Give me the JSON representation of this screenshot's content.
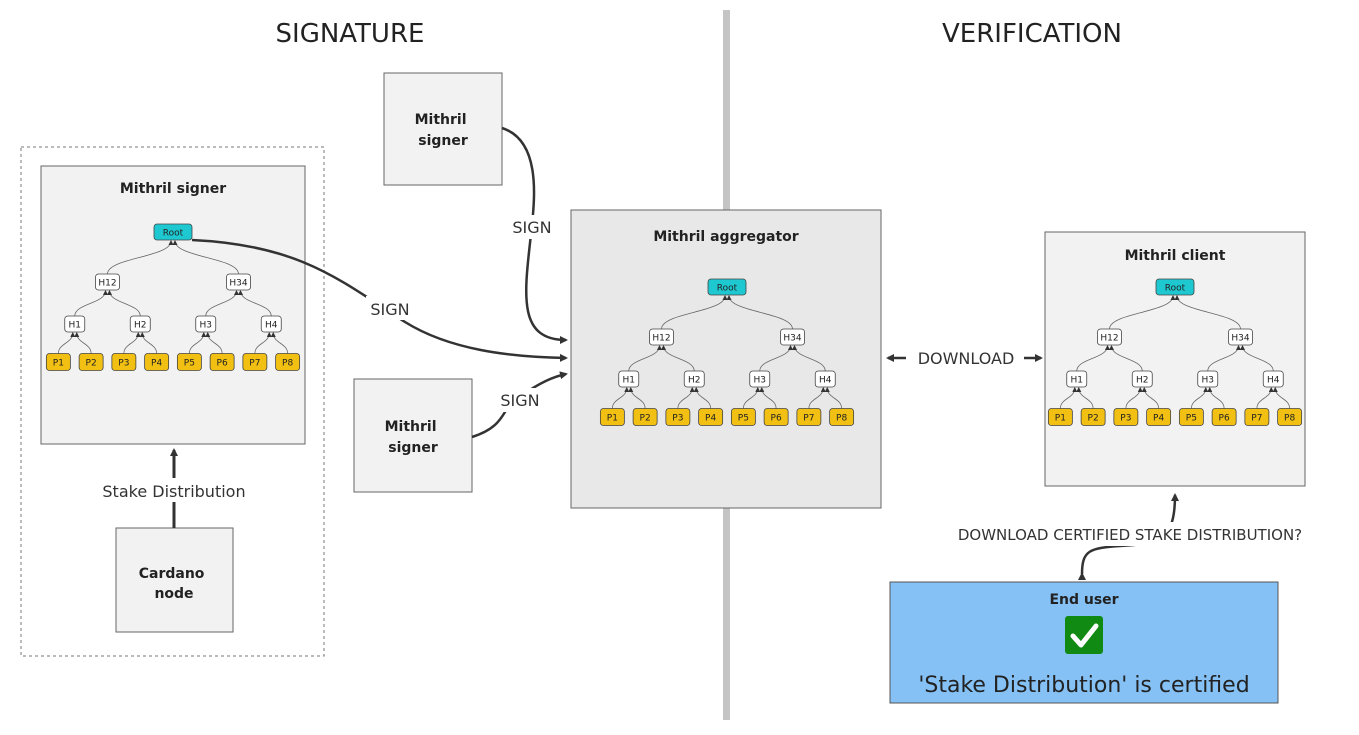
{
  "sections": {
    "signature": "SIGNATURE",
    "verification": "VERIFICATION"
  },
  "boxes": {
    "signer_main": "Mithril signer",
    "signer_top": [
      "Mithril",
      "signer"
    ],
    "signer_bottom": [
      "Mithril",
      "signer"
    ],
    "aggregator": "Mithril aggregator",
    "client": "Mithril client",
    "cardano_node": [
      "Cardano",
      "node"
    ],
    "end_user": "End user"
  },
  "arrows": {
    "sign": "SIGN",
    "stake_distribution": "Stake Distribution",
    "download": "DOWNLOAD",
    "download_certified": "DOWNLOAD CERTIFIED STAKE DISTRIBUTION?"
  },
  "tree": {
    "root": "Root",
    "level1": [
      "H12",
      "H34"
    ],
    "level2": [
      "H1",
      "H2",
      "H3",
      "H4"
    ],
    "leaves": [
      "P1",
      "P2",
      "P3",
      "P4",
      "P5",
      "P6",
      "P7",
      "P8"
    ]
  },
  "end_user_status": "'Stake Distribution' is certified",
  "colors": {
    "root_fill": "#1ec8d0",
    "leaf_fill": "#f2c012",
    "box_fill": "#f2f2f2",
    "aggregator_fill": "#e8e8e8",
    "end_user_fill": "#85c1f4",
    "check_fill": "#118a14",
    "divider": "#c4c4c4"
  },
  "icons": {
    "certified": "check-icon"
  }
}
